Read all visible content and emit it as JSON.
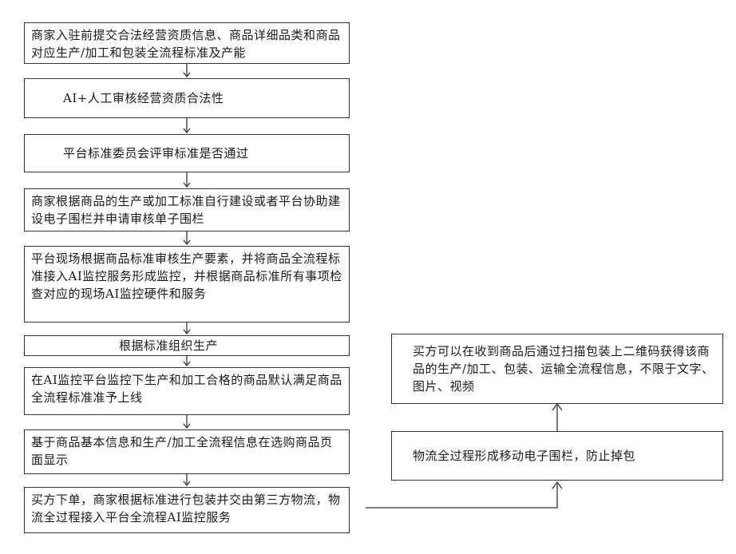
{
  "steps": [
    "商家入驻前提交合法经营资质信息、商品详细品类和商品对应生产/加工和包装全流程标准及产能",
    "AI+人工审核经营资质合法性",
    "平台标准委员会评审标准是否通过",
    "商家根据商品的生产或加工标准自行建设或者平台协助建设电子围栏并申请审核单子围栏",
    "平台现场根据商品标准审核生产要素，并将商品全流程标准接入AI监控服务形成监控，并根据商品标准所有事项检查对应的现场AI监控硬件和服务",
    "根据标准组织生产",
    "在AI监控平台监控下生产和加工合格的商品默认满足商品全流程标准准予上线",
    "基于商品基本信息和生产/加工全流程信息在选购商品页面显示",
    "买方下单，商家根据标准进行包装并交由第三方物流，物流全过程接入平台全流程AI监控服务"
  ],
  "right_steps": [
    "物流全过程形成移动电子围栏，防止掉包",
    "买方可以在收到商品后通过扫描包装上二维码获得该商品的生产/加工、包装、运输全流程信息，不限于文字、图片、视频"
  ]
}
